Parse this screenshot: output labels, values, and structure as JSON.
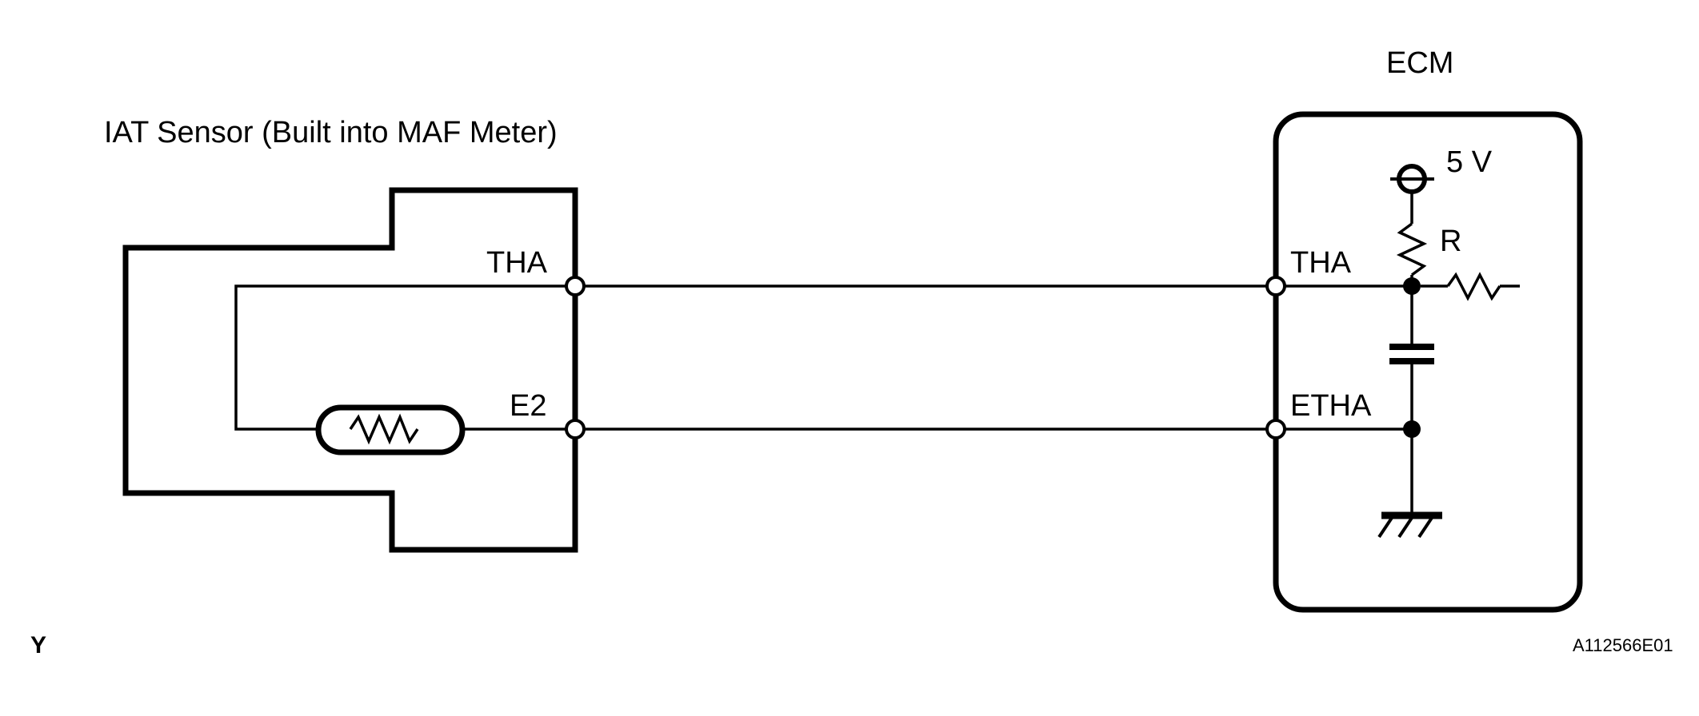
{
  "diagram": {
    "title_left": "IAT Sensor (Built into MAF Meter)",
    "ecm_label": "ECM",
    "corner_mark": "Y",
    "part_number": "A112566E01",
    "sensor": {
      "pin_tha": "THA",
      "pin_e2": "E2",
      "component": "thermistor"
    },
    "ecm": {
      "pin_tha": "THA",
      "pin_etha": "ETHA",
      "supply_label": "5 V",
      "resistor_label": "R",
      "ground_symbol": "chassis-ground",
      "capacitor_symbol": "capacitor"
    },
    "colors": {
      "background": "#ffffff",
      "line": "#000000",
      "text": "#000000"
    }
  }
}
